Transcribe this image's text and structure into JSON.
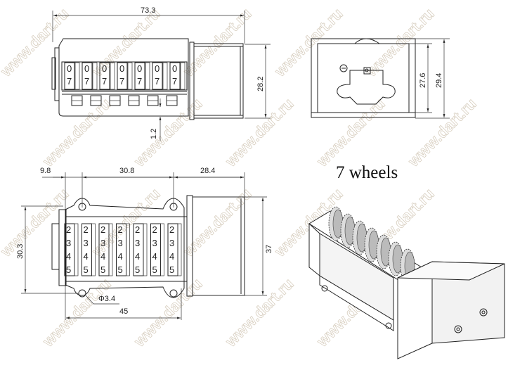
{
  "watermark": "www.dart.ru",
  "title": "7 wheels",
  "side_view": {
    "overall_length": "73.3",
    "cap_height": "28.2",
    "gap": "1.2",
    "wheel_digits": [
      "0",
      "7"
    ]
  },
  "end_view": {
    "inner_height": "27.6",
    "outer_height": "29.4"
  },
  "top_view": {
    "offset": "9.8",
    "hole_spacing": "30.8",
    "cap_length": "28.4",
    "flange_height": "30.3",
    "total_height": "37",
    "hole_diameter": "Φ3.4",
    "flange_width": "45",
    "wheel_digits": [
      "2",
      "3",
      "4",
      "5"
    ]
  }
}
